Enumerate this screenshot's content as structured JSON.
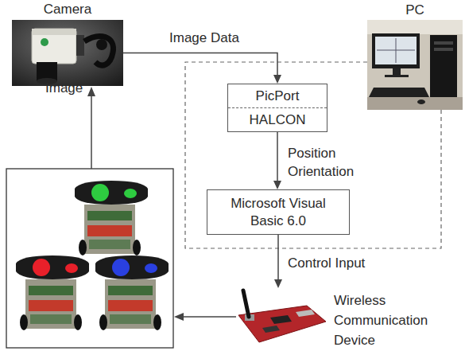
{
  "diagram": {
    "nodes": [
      {
        "text": [
          "Camera"
        ]
      },
      {
        "text": [
          "PC"
        ]
      },
      {
        "text": [
          "PicPort",
          "HALCON"
        ],
        "in": 1
      },
      {
        "text": [
          "Microsoft Visual Basic 6.0"
        ],
        "in": 1
      },
      {
        "text": [
          "Wireless Communication Device"
        ]
      }
    ],
    "edges": [
      {
        "from": 0,
        "to": 2,
        "arrow": "to",
        "label": "Image Data"
      },
      {
        "from": 2,
        "to": 3,
        "arrow": "to",
        "label": "Position Orientation"
      },
      {
        "from": 3,
        "to": 4,
        "arrow": "to",
        "label": "Control Input"
      }
    ],
    "labels": [
      "Image"
    ]
  }
}
